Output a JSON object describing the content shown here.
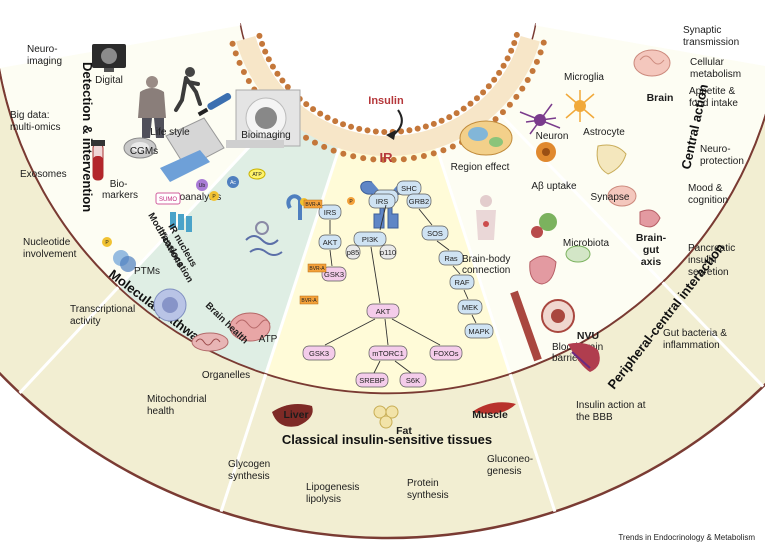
{
  "center": {
    "insulin": "Insulin",
    "ir": "IR"
  },
  "sections": {
    "detection": {
      "title": "Detection & intervention",
      "outer": [
        "Neuro-\nimaging",
        "Big data:\nmulti-omics",
        "Exosomes"
      ],
      "inner": [
        "Digital",
        "Life style",
        "CGMs",
        "Bioanalysis",
        "Bioimaging",
        "Bio-\nmarkers"
      ]
    },
    "molecular": {
      "title": "Molecular pathways",
      "outer": [
        "Nucleotide\ninvolvement",
        "Transcriptional\nactivity",
        "Mitochondrial\nhealth"
      ],
      "inner": [
        "PTMs",
        "Organelles"
      ],
      "sector": [
        "Modifications",
        "IR nucleus\ntranslocation",
        "Brain health"
      ],
      "atp": "ATP",
      "sumo": "SUMO",
      "chips": [
        "Ub",
        "P",
        "Ac",
        "ATP",
        "P"
      ]
    },
    "classical": {
      "title": "Classical insulin-sensitive tissues",
      "outer": [
        "Glycogen\nsynthesis",
        "Lipogenesis\nlipolysis",
        "Protein\nsynthesis",
        "Gluconeo-\ngenesis"
      ],
      "inner": [
        "Liver",
        "Fat",
        "Muscle"
      ]
    },
    "peripheral": {
      "title": "Peripheral-central interaction",
      "outer": [
        "Pancreatic\ninsulin\nsecretion",
        "Gut bacteria &\ninflammation",
        "Insulin action at\nthe BBB"
      ],
      "inner": [
        "Brain-body\nconnection",
        "Microbiota",
        "Brain-\ngut\naxis",
        "Blood-brain\nbarrier",
        "NVU"
      ]
    },
    "central": {
      "title": "Central action",
      "outer": [
        "Synaptic\ntransmission",
        "Cellular\nmetabolism",
        "Appetite &\nfood intake",
        "Neuro-\nprotection",
        "Mood &\ncognition"
      ],
      "inner": [
        "Brain",
        "Region effect",
        "Microglia",
        "Neuron",
        "Astrocyte",
        "Aβ uptake",
        "Synapse"
      ]
    }
  },
  "pathway": {
    "nodes": [
      "IRS",
      "SHC",
      "IRS",
      "GRB2",
      "PI3K",
      "p85",
      "p110",
      "SOS",
      "Ras",
      "RAF",
      "MEK",
      "MAPK",
      "AKT",
      "GSK3",
      "mTORC1",
      "FOXOs",
      "SREBP",
      "S6K",
      "IRS",
      "AKT",
      "GSK3"
    ],
    "tags": [
      "BVR-A",
      "BVR-A",
      "BVR-A",
      "P"
    ]
  },
  "credit": "Trends in Endocrinology & Metabolism",
  "colors": {
    "outer_ring": "#f2eed2",
    "inner_ring": "#fdfdf3",
    "outline": "#7a3b33",
    "molecular_sector": "#dfeee4",
    "classical_sector": "#fffbd8",
    "ir_red": "#b5373a",
    "membrane_head": "#c4773a",
    "receptor_blue": "#5f86c6"
  }
}
